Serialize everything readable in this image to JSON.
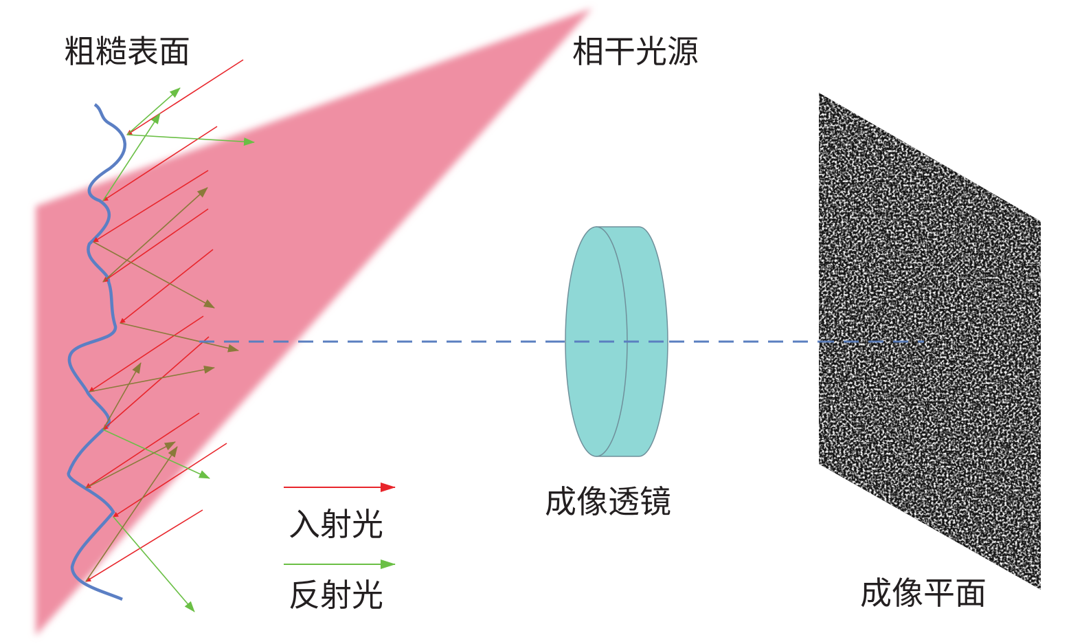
{
  "labels": {
    "rough_surface": "粗糙表面",
    "coherent_source": "相干光源",
    "imaging_lens": "成像透镜",
    "image_plane": "成像平面",
    "incident_light": "入射光",
    "reflected_light": "反射光"
  },
  "colors": {
    "beam": "#ef8fa3",
    "surface": "#5b7fc4",
    "incident": "#e8252b",
    "reflected": "#6abf45",
    "lens": "#8fd8d6",
    "axis": "#5a7fc0",
    "speckle": "#1a1a1a"
  }
}
